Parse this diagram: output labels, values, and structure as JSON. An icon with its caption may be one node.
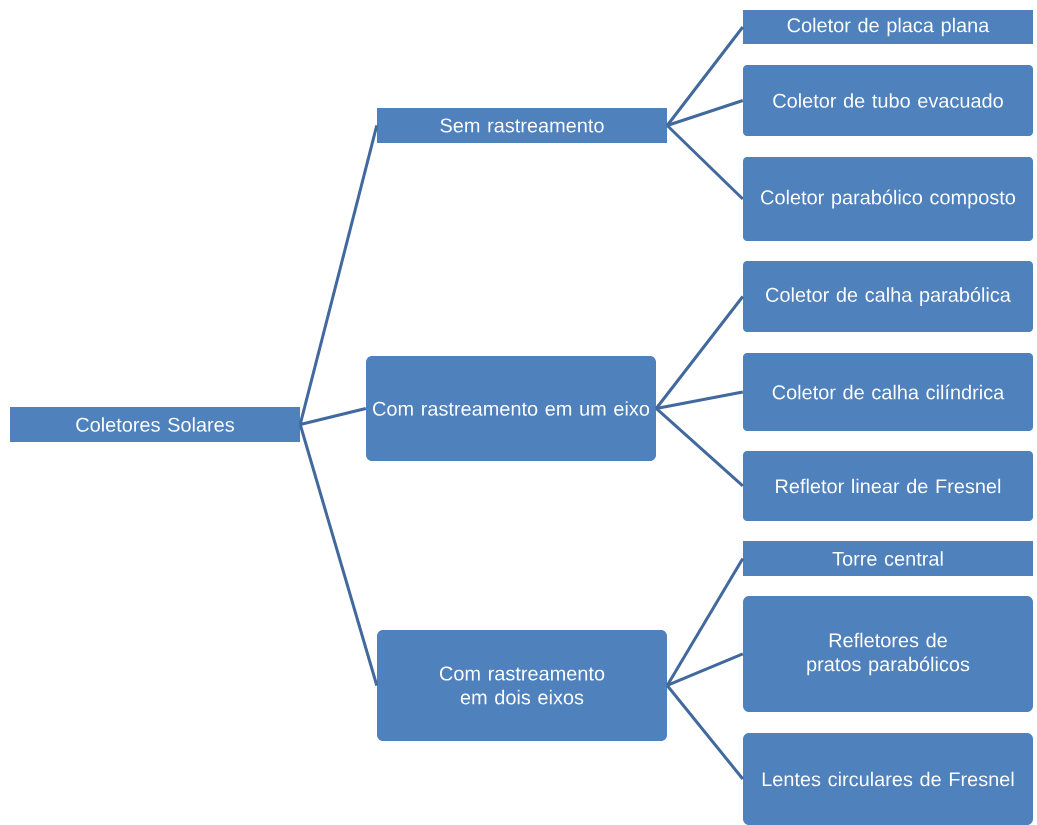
{
  "diagram": {
    "nodes": [
      {
        "text": [
          "Coletores Solares"
        ]
      },
      {
        "text": [
          "Sem rastreamento"
        ]
      },
      {
        "text": [
          "Com rastreamento em um eixo"
        ]
      },
      {
        "text": [
          "Com rastreamento em dois eixos"
        ]
      },
      {
        "text": [
          "Coletor de placa plana"
        ]
      },
      {
        "text": [
          "Coletor de tubo evacuado"
        ]
      },
      {
        "text": [
          "Coletor parabólico composto"
        ]
      },
      {
        "text": [
          "Coletor de calha parabólica"
        ]
      },
      {
        "text": [
          "Coletor de calha cilíndrica"
        ]
      },
      {
        "text": [
          "Refletor linear de Fresnel"
        ]
      },
      {
        "text": [
          "Torre central"
        ]
      },
      {
        "text": [
          "Refletores de pratos parabólicos"
        ]
      },
      {
        "text": [
          "Lentes circulares de Fresnel"
        ]
      }
    ],
    "edges": [
      {
        "from": 0,
        "to": 1,
        "arrow": "none"
      },
      {
        "from": 0,
        "to": 2,
        "arrow": "none"
      },
      {
        "from": 0,
        "to": 3,
        "arrow": "none"
      },
      {
        "from": 1,
        "to": 4,
        "arrow": "none"
      },
      {
        "from": 1,
        "to": 5,
        "arrow": "none"
      },
      {
        "from": 1,
        "to": 6,
        "arrow": "none"
      },
      {
        "from": 2,
        "to": 7,
        "arrow": "none"
      },
      {
        "from": 2,
        "to": 8,
        "arrow": "none"
      },
      {
        "from": 2,
        "to": 9,
        "arrow": "none"
      },
      {
        "from": 3,
        "to": 10,
        "arrow": "none"
      },
      {
        "from": 3,
        "to": 11,
        "arrow": "none"
      },
      {
        "from": 3,
        "to": 12,
        "arrow": "none"
      }
    ]
  }
}
